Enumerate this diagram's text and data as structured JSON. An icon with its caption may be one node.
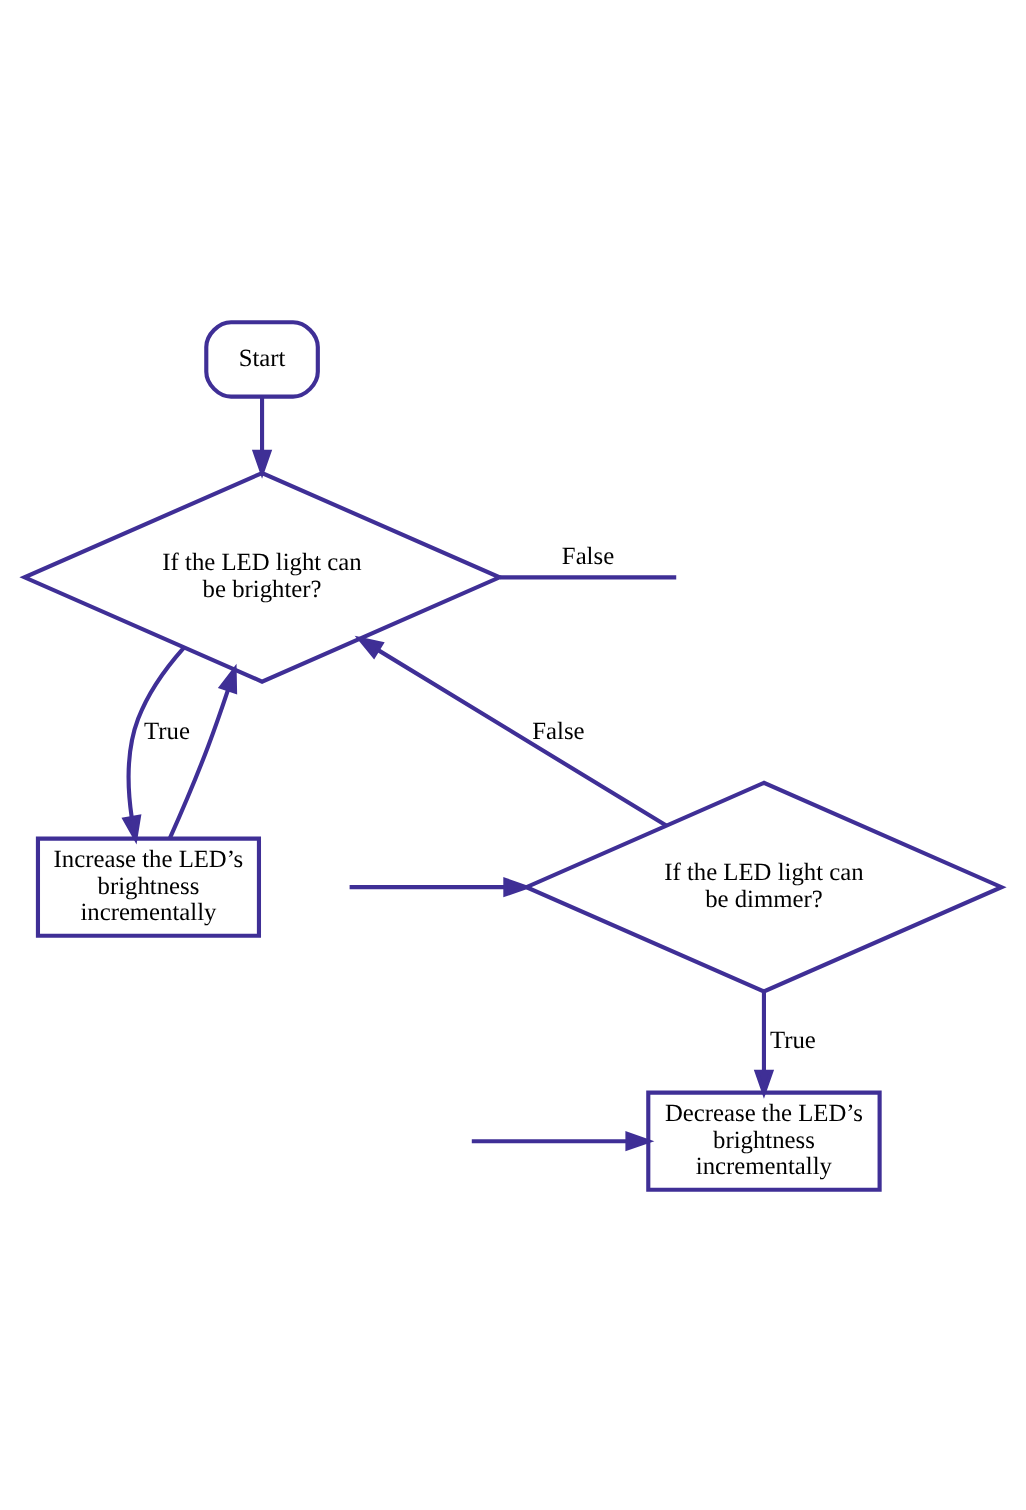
{
  "diagram": {
    "nodes": [
      {
        "text": [
          "Start"
        ]
      },
      {
        "text": [
          "If the LED light can be brighter?"
        ]
      },
      {
        "text": [
          "Increase the LED’s brightness incrementally"
        ]
      },
      {
        "text": [
          "If the LED light can be dimmer?"
        ]
      },
      {
        "text": [
          "Decrease the LED’s brightness incrementally"
        ]
      }
    ],
    "edges": [
      {
        "from": 0,
        "to": 1,
        "arrow": "to"
      },
      {
        "from": 1,
        "to": 2,
        "arrow": "to",
        "label": "True"
      },
      {
        "from": 2,
        "to": 1,
        "arrow": "to"
      },
      {
        "from": 1,
        "to": null,
        "arrow": "none",
        "label": "False"
      },
      {
        "from": 3,
        "to": 1,
        "arrow": "to",
        "label": "False"
      },
      {
        "from": null,
        "to": 3,
        "arrow": "to"
      },
      {
        "from": 3,
        "to": 4,
        "arrow": "to",
        "label": "True"
      },
      {
        "from": null,
        "to": 4,
        "arrow": "to"
      }
    ]
  }
}
